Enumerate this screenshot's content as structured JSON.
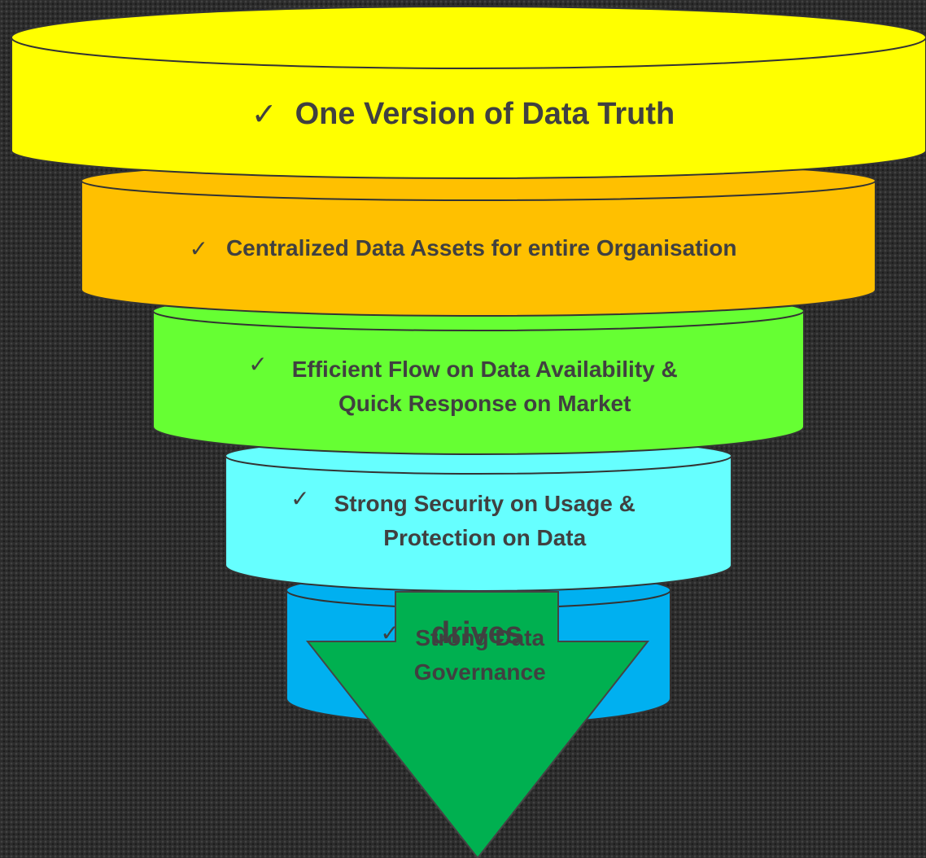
{
  "funnel": {
    "layers": [
      {
        "text": "One Version of Data Truth",
        "color": "#ffff00"
      },
      {
        "text": "Centralized Data Assets for entire Organisation",
        "color": "#ffc000"
      },
      {
        "text": "Efficient Flow on Data Availability & Quick Response on Market",
        "line1": "Efficient Flow on Data Availability &",
        "line2": "Quick Response on Market",
        "color": "#66ff33"
      },
      {
        "text": "Strong Security on Usage & Protection on Data",
        "line1": "Strong Security on Usage &",
        "line2": "Protection on Data",
        "color": "#66ffff"
      },
      {
        "text": "Strong Data Governance",
        "line1": "Strong Data",
        "line2": "Governance",
        "color": "#00b0f0"
      }
    ],
    "check_glyph": "✓"
  },
  "arrow": {
    "label": "drives",
    "color": "#00b050"
  }
}
